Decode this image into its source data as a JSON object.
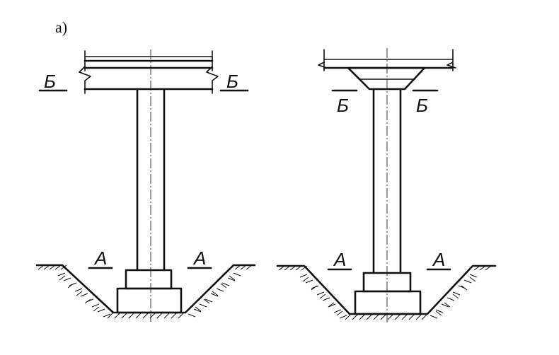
{
  "figure": {
    "part_label": "а)",
    "left_column": {
      "section_top_left": "Б",
      "section_top_right": "Б",
      "section_bottom_left": "А",
      "section_bottom_right": "А"
    },
    "right_column": {
      "section_top_left": "Б",
      "section_top_right": "Б",
      "section_bottom_left": "А",
      "section_bottom_right": "А"
    }
  }
}
